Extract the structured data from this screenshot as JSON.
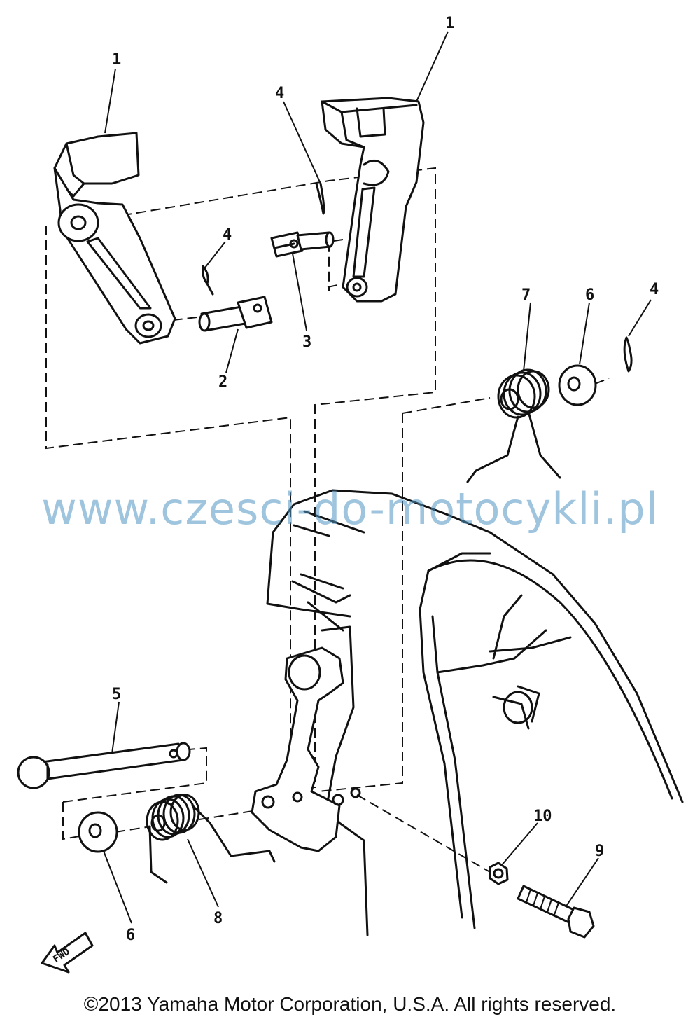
{
  "callouts": [
    {
      "id": "c1a",
      "num": "1"
    },
    {
      "id": "c1b",
      "num": "1"
    },
    {
      "id": "c4a",
      "num": "4"
    },
    {
      "id": "c4b",
      "num": "4"
    },
    {
      "id": "c4c",
      "num": "4"
    },
    {
      "id": "c3",
      "num": "3"
    },
    {
      "id": "c2",
      "num": "2"
    },
    {
      "id": "c7",
      "num": "7"
    },
    {
      "id": "c6a",
      "num": "6"
    },
    {
      "id": "c5",
      "num": "5"
    },
    {
      "id": "c6b",
      "num": "6"
    },
    {
      "id": "c8",
      "num": "8"
    },
    {
      "id": "c10",
      "num": "10"
    },
    {
      "id": "c9",
      "num": "9"
    }
  ],
  "fwd_label": "FWD",
  "watermark": "www.czesci-do-motocykli.pl",
  "copyright": "©2013 Yamaha Motor Corporation, U.S.A. All rights reserved."
}
